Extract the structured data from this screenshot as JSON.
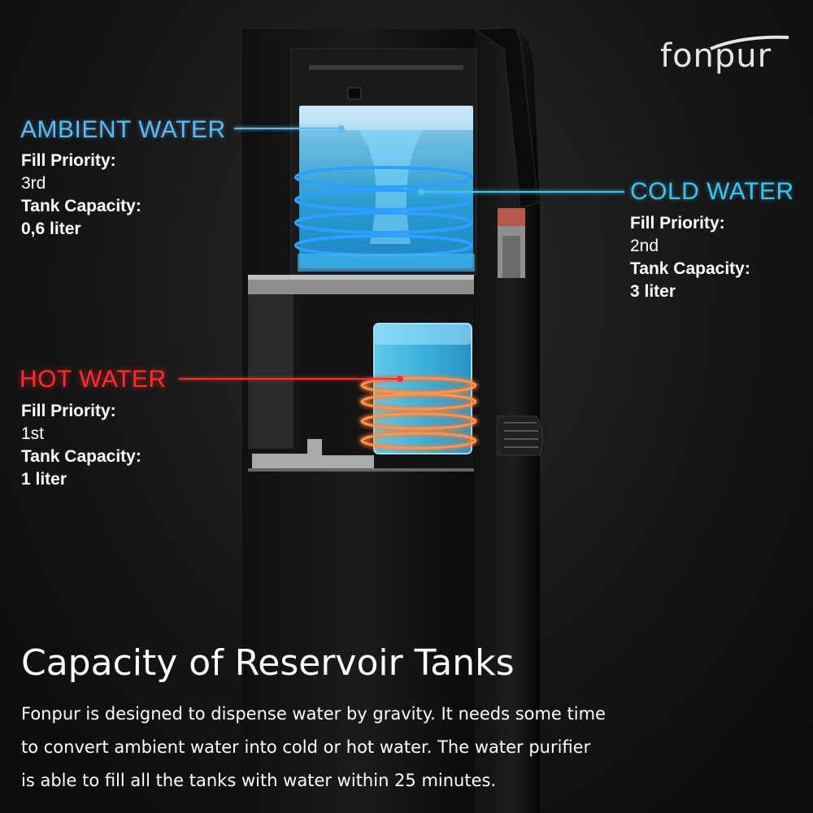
{
  "brand": {
    "logo_text": "fonpur"
  },
  "tanks": {
    "ambient": {
      "title": "AMBIENT WATER",
      "fill_priority_label": "Fill Priority:",
      "fill_priority_value": "3rd",
      "tank_capacity_label": "Tank Capacity:",
      "tank_capacity_value": "0,6 liter"
    },
    "cold": {
      "title": "COLD WATER",
      "fill_priority_label": "Fill Priority:",
      "fill_priority_value": "2nd",
      "tank_capacity_label": "Tank Capacity:",
      "tank_capacity_value": "3 liter"
    },
    "hot": {
      "title": "HOT WATER",
      "fill_priority_label": "Fill Priority:",
      "fill_priority_value": "1st",
      "tank_capacity_label": "Tank Capacity:",
      "tank_capacity_value": "1 liter"
    }
  },
  "headline": "Capacity of Reservoir Tanks",
  "description_lines": [
    "Fonpur is designed to dispense water by gravity. It needs some time",
    "to convert ambient water into cold or hot water.  The water purifier",
    "is able to fill all the tanks with water within 25 minutes."
  ],
  "colors": {
    "ambient": "#5fb8f0",
    "cold": "#3fc3ea",
    "hot": "#ff2d2d",
    "coil_cold": "#2f9fff",
    "coil_hot": "#ff7a2a",
    "background": "#161616"
  }
}
